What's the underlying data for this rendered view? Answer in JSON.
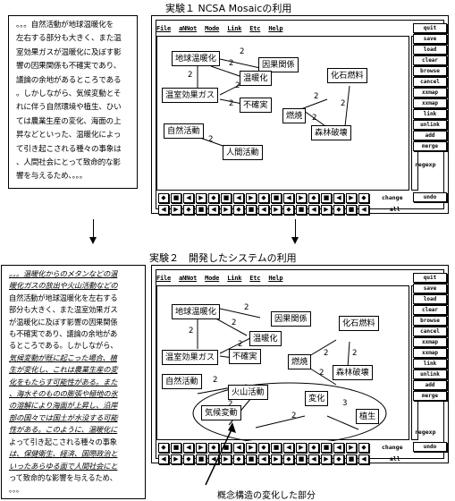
{
  "exp1": {
    "title": "実験１ NCSA Mosaicの利用",
    "text_lines": [
      "。。。自然活動が地球温暖化を",
      "左右する部分も大きく、また温",
      "室効果ガスが温暖化に及ぼす影",
      "響の因果関係も不確実であり、",
      "議論の余地があるところである",
      "。しかしながら、気候変動とそ",
      "れに伴う自然環境や植生、ひい",
      "ては農業生産の変化、海面の上",
      "昇などといった、温暖化によっ",
      "て引き起こされる種々の事象は",
      "、人間社会にとって致命的な影",
      "響を与えるため、。。。"
    ],
    "menu": [
      "File",
      "aNNot",
      "Mode",
      "Link",
      "Etc",
      "Help"
    ],
    "side_buttons": [
      "quit",
      "save",
      "load",
      "clear",
      "browse",
      "cancel",
      "xxmap",
      "xxmap",
      "link",
      "unlink",
      "add",
      "merge"
    ],
    "change_label": "change",
    "all_label": "all",
    "regexp_label": "regexp",
    "undo_label": "undo",
    "nodes": {
      "a": "地球温暖化",
      "b": "因果関係",
      "c": "温暖化",
      "d": "温室効果ガス",
      "e": "不確実",
      "f": "化石燃料",
      "g": "燃焼",
      "h": "森林破壊",
      "i": "自然活動",
      "j": "人間活動"
    },
    "weights": [
      "2",
      "2",
      "2",
      "2",
      "2",
      "2",
      "2",
      "2",
      "2",
      "2"
    ]
  },
  "exp2": {
    "title": "実験２　開発したシステムの利用",
    "text_lines": [
      "。。。温暖化からのメタンなどの温",
      "暖化ガスの放出や火山活動などの",
      "自然活動が地球温暖化を左右する",
      "部分も大きく、また温室効果ガス",
      "が温暖化に及ぼす影響の因果関係",
      "も不確実であり、議論の余地があ",
      "るところである。しかしながら、",
      "気候変動が既に起こった場合、植",
      "生が変化し、これは農業生産の変",
      "化をもたらす可能性がある。また",
      "、海水そのものの膨張や極地の氷",
      "の溶解により海面が上昇し、沿岸",
      "部の国々では国土が水没する可能",
      "性がある。このように、温暖化に",
      "よって引き起こされる種々の事象",
      "は、保健衛生、経済、国際政治と",
      "いったあらゆる面で人間社会にと",
      "って致命的な影響を与えるため、",
      "。。。"
    ],
    "menu": [
      "File",
      "aNNot",
      "Mode",
      "Link",
      "Etc",
      "Help"
    ],
    "side_buttons": [
      "quit",
      "save",
      "load",
      "clear",
      "browse",
      "cancel",
      "xxmap",
      "xxmap",
      "link",
      "unlink",
      "add",
      "merge"
    ],
    "change_label": "change",
    "all_label": "all",
    "regexp_label": "regexp",
    "undo_label": "undo",
    "nodes": {
      "a": "地球温暖化",
      "b": "因果関係",
      "c": "温暖化",
      "d": "温室効果ガス",
      "e": "不確実",
      "f": "化石燃料",
      "g": "燃焼",
      "h": "森林破壊",
      "i": "自然活動",
      "j": "火山活動",
      "k": "気候変動",
      "l": "変化",
      "m": "植生"
    },
    "weights": [
      "2",
      "2",
      "2",
      "2",
      "2",
      "2",
      "2",
      "2",
      "2",
      "3",
      "2"
    ]
  },
  "caption": "概念構造の変化した部分",
  "toolbar_glyphs": [
    "◆",
    "■",
    "◀",
    "▶",
    "◆",
    "■",
    "◀",
    "▶",
    "◆",
    "■",
    "◀",
    "▶",
    "◆",
    "■",
    "◀",
    "▶",
    "◆",
    "■",
    "◀",
    "▶"
  ]
}
